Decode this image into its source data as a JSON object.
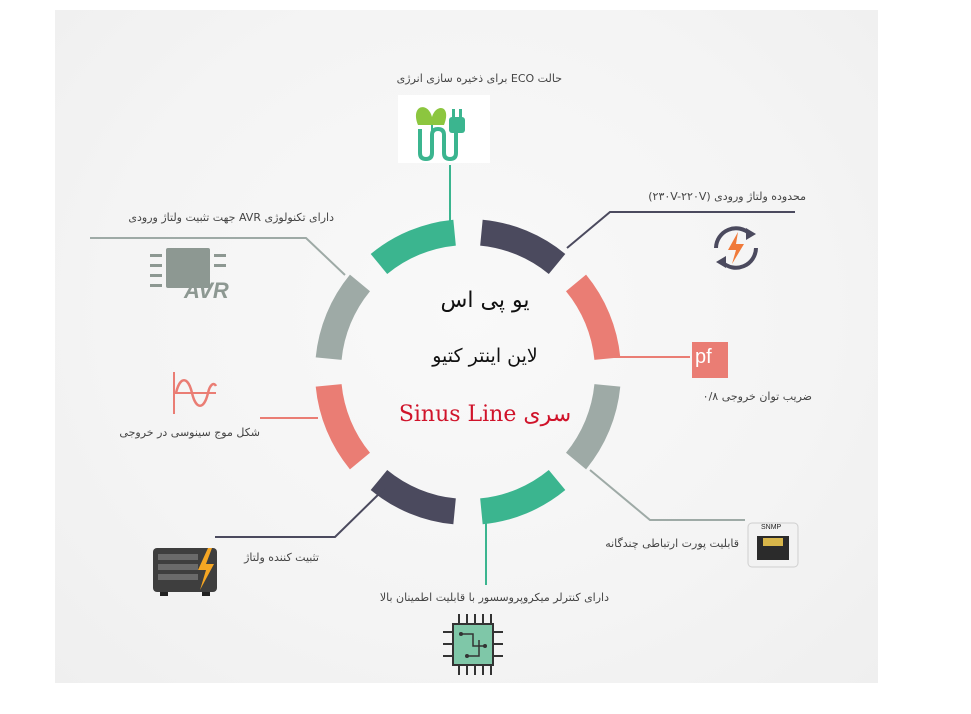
{
  "center": {
    "line1": "یو پی اس",
    "line2": "لاین اینتر کتیو",
    "line3": "سری Sinus Line"
  },
  "features": {
    "eco": "حالت ECO برای ذخیره سازی انرژی",
    "voltage_range": "محدوده ولتاژ ورودی (۲۳۰V-۲۲۰V)",
    "power_factor": "ضریب توان خروجی ۰/۸",
    "snmp": "قابلیت پورت ارتباطی چندگانه",
    "microprocessor": "دارای کنترلر میکروپروسسور با قابلیت اطمینان بالا",
    "stabilizer": "تثبیت کننده ولتاژ",
    "sine_wave": "شکل موج سینوسی در خروجی",
    "avr": "دارای تکنولوژی AVR جهت تثبیت ولتاژ ورودی"
  },
  "icons": {
    "eco": "eco-plant-plug-icon",
    "voltage": "voltage-cycle-icon",
    "pf": "power-factor-icon",
    "pf_text": "pf",
    "snmp": "snmp-port-icon",
    "snmp_text": "SNMP",
    "cpu": "microprocessor-chip-icon",
    "stabilizer": "stabilizer-device-icon",
    "sine": "sine-wave-icon",
    "avr": "avr-chip-icon",
    "avr_text": "AVR"
  },
  "colors": {
    "green": "#3bb58f",
    "dark": "#4b4a5e",
    "pink": "#ea7d74",
    "grey": "#9eaaa6",
    "orange": "#f07a3a",
    "red": "#d0132a"
  }
}
